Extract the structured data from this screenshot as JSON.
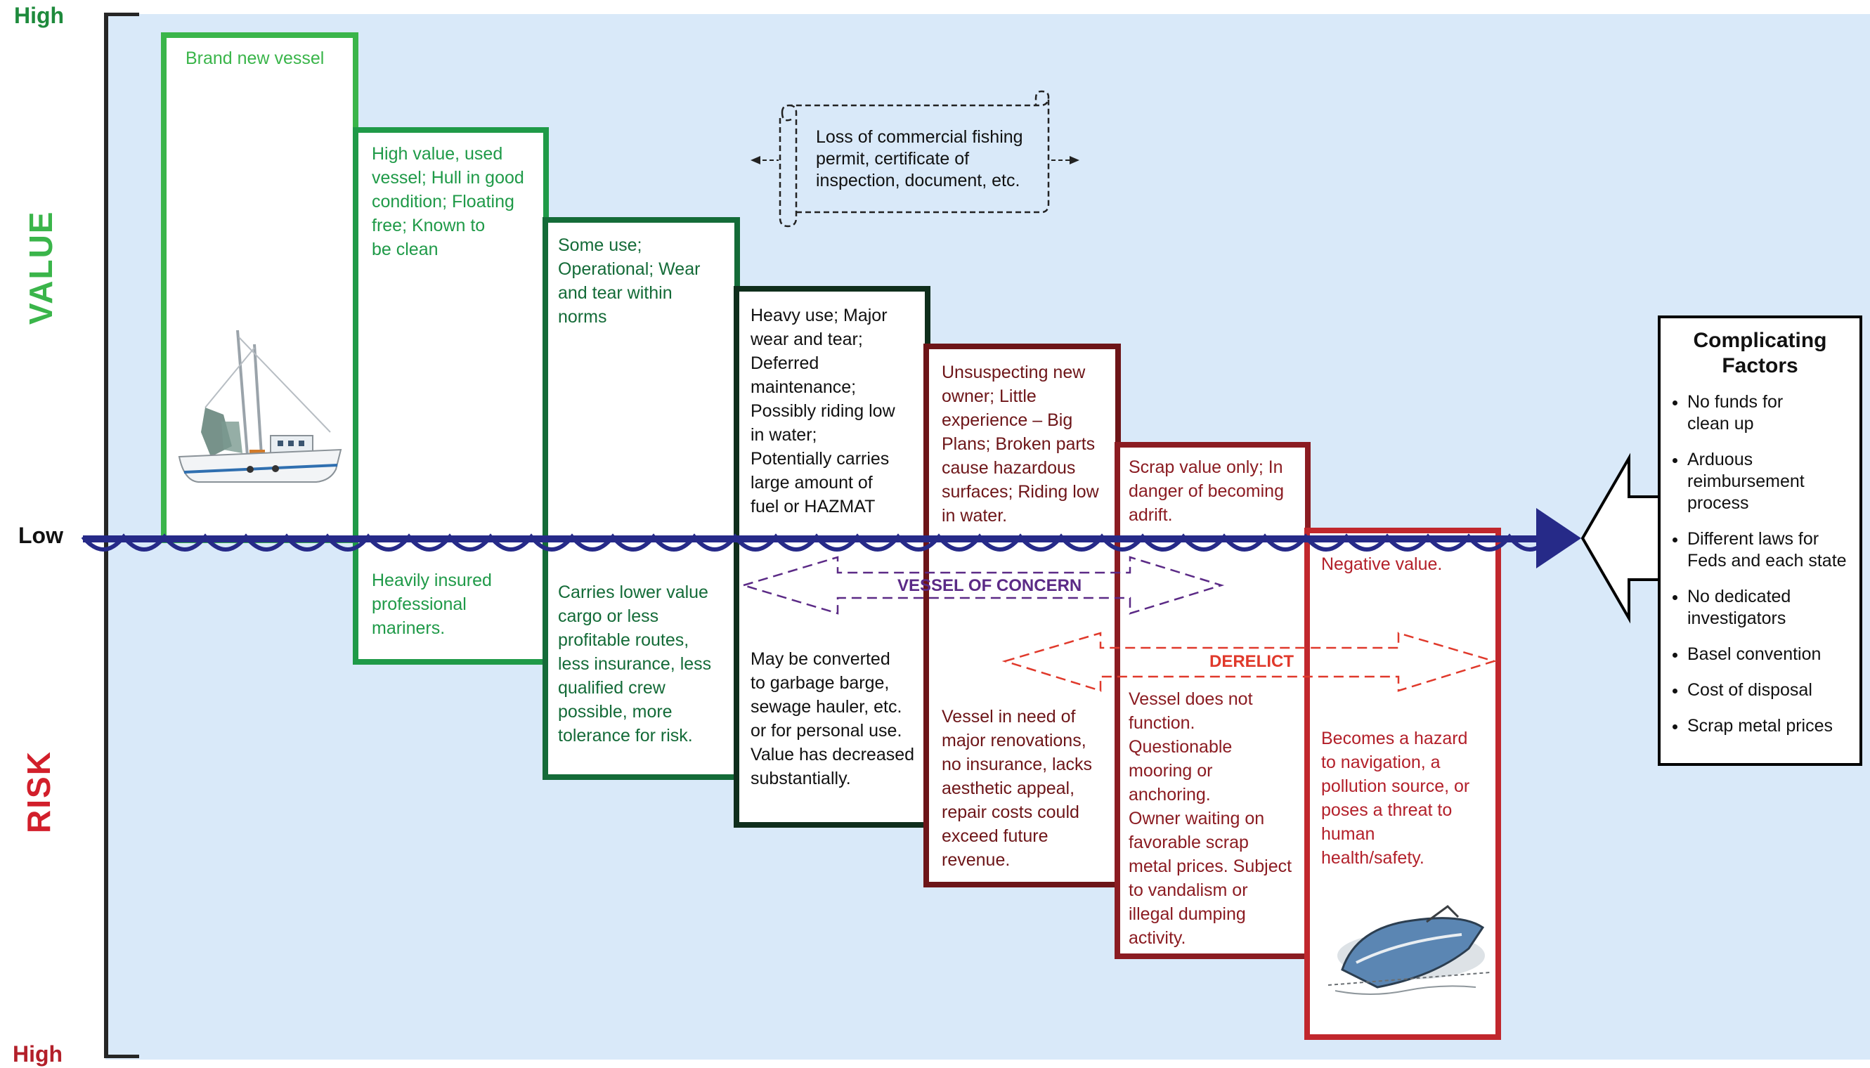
{
  "axis": {
    "top_label": "High",
    "middle_label": "Low",
    "bottom_label": "High",
    "value_label": "VALUE",
    "risk_label": "RISK"
  },
  "colors": {
    "background": "#d9e9f9",
    "stage1": "#3ab54a",
    "stage2": "#1f9a48",
    "stage3": "#146b38",
    "stage4": "#0f2e1c",
    "stage5": "#6d1518",
    "stage6": "#8b1c22",
    "stage7": "#c1272d",
    "wave": "#262a88",
    "concern": "#5b2a86",
    "derelict": "#e0392b"
  },
  "stages": [
    {
      "name": "brand-new-vessel",
      "top": "Brand new vessel",
      "bottom": ""
    },
    {
      "name": "high-value-used",
      "top": "High value, used\nvessel; Hull in good\ncondition; Floating\nfree; Known to\nbe clean",
      "bottom": "Heavily insured\nprofessional\nmariners."
    },
    {
      "name": "some-use",
      "top": "Some use;\nOperational; Wear\nand tear within\nnorms",
      "bottom": "Carries lower value\ncargo or less\nprofitable routes,\nless insurance, less\nqualified crew\npossible, more\ntolerance for risk."
    },
    {
      "name": "heavy-use",
      "top": "Heavy use; Major\nwear and tear;\nDeferred\nmaintenance;\nPossibly riding low\nin water;\nPotentially carries\nlarge amount of\nfuel or HAZMAT",
      "bottom": "May be converted\nto garbage barge,\nsewage hauler, etc.\nor for personal use.\nValue has decreased\nsubstantially."
    },
    {
      "name": "unsuspecting-owner",
      "top": "Unsuspecting new\nowner; Little\nexperience – Big\nPlans; Broken parts\ncause hazardous\nsurfaces; Riding low\nin water.",
      "bottom": "Vessel in need of\nmajor renovations,\nno insurance, lacks\naesthetic appeal,\nrepair costs could\nexceed future\nrevenue."
    },
    {
      "name": "scrap-value",
      "top": "Scrap value only; In\ndanger of becoming\nadrift.",
      "bottom": "Vessel does not\nfunction.\nQuestionable\nmooring or\nanchoring.\nOwner waiting on\nfavorable scrap\nmetal prices. Subject\nto vandalism or\nillegal dumping\nactivity."
    },
    {
      "name": "negative-value",
      "top": "Negative value.",
      "bottom": "Becomes a hazard\nto navigation, a\npollution source, or\nposes a threat to\nhuman\nhealth/safety."
    }
  ],
  "scroll_note": "Loss of commercial fishing\npermit, certificate of\ninspection, document, etc.",
  "arrows": {
    "concern": "VESSEL OF CONCERN",
    "derelict": "DERELICT"
  },
  "factors": {
    "title": "Complicating\nFactors",
    "items": [
      "No funds for\nclean up",
      "Arduous\nreimbursement\nprocess",
      "Different laws for\nFeds and each state",
      "No dedicated\ninvestigators",
      "Basel convention",
      "Cost of disposal",
      "Scrap metal prices"
    ]
  }
}
